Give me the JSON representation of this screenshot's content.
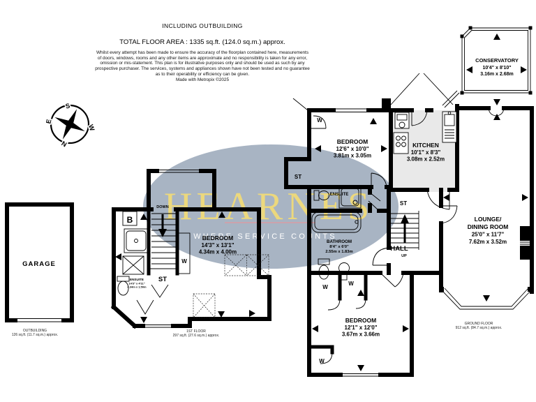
{
  "header": {
    "including": "INCLUDING OUTBUILDING",
    "total_area": "TOTAL FLOOR AREA : 1335 sq.ft. (124.0 sq.m.) approx.",
    "disclaimer": [
      "Whilst every attempt has been made to ensure the accuracy of the floorplan contained here, measurements",
      "of doors, windows, rooms and any other items are approximate and no responsibility is taken for any error,",
      "omission or mis-statement. This plan is for illustrative purposes only and should be used as such by any",
      "prospective purchaser. The services, systems and appliances shown have not been tested and no guarantee",
      "as to their operability or efficiency can be given."
    ],
    "credit": "Made with Metropix ©2025"
  },
  "watermark": {
    "brand": "HEARNES",
    "tagline": "WHERE SERVICE COUNTS"
  },
  "compass": {
    "north": "N",
    "south": "S",
    "east": "E",
    "west": "W"
  },
  "floors": [
    {
      "label": "OUTBUILDING",
      "area": "126 sq.ft. (11.7 sq.m.) approx."
    },
    {
      "label": "1ST FLOOR",
      "area": "297 sq.ft. (27.6 sq.m.) approx."
    },
    {
      "label": "GROUND FLOOR",
      "area": "912 sq.ft. (84.7 sq.m.) approx."
    }
  ],
  "rooms": {
    "garage": {
      "name": "GARAGE"
    },
    "bedroom1": {
      "name": "BEDROOM",
      "imperial": "14'3\" x 13'1\"",
      "metric": "4.34m x 4.00m"
    },
    "ensuite1": {
      "name": "ENSUITE",
      "imperial": "14'3\" x 4'11\"",
      "metric": "4.34m x 1.50m"
    },
    "bedroom2": {
      "name": "BEDROOM",
      "imperial": "12'6\" x 10'0\"",
      "metric": "3.81m x 3.05m"
    },
    "kitchen": {
      "name": "KITCHEN",
      "imperial": "10'1\" x 8'3\"",
      "metric": "3.08m x 2.52m"
    },
    "conservatory": {
      "name": "CONSERVATORY",
      "imperial": "10'4\" x 8'10\"",
      "metric": "3.16m x 2.68m"
    },
    "lounge": {
      "name_line1": "LOUNGE/",
      "name_line2": "DINING ROOM",
      "imperial": "25'0\" x 11'7\"",
      "metric": "7.62m x 3.52m"
    },
    "bathroom": {
      "name": "BATHROOM",
      "imperial": "8'4\" x 6'0\"",
      "metric": "2.55m x 1.83m"
    },
    "ensuite2": {
      "name": "ENSUITE"
    },
    "hall": {
      "name": "HALL"
    },
    "bedroom3": {
      "name": "BEDROOM",
      "imperial": "12'1\" x 12'0\"",
      "metric": "3.67m x 3.66m"
    }
  },
  "markers": {
    "storage": "ST",
    "wardrobe": "W",
    "boiler": "B",
    "down": "DOWN",
    "up": "UP"
  },
  "colors": {
    "wall": "#000000",
    "watermark_ellipse": "#a8b4c3",
    "brand_text": "#ecd87d",
    "tagline_text": "#ffffff",
    "underline": "#d99ca4",
    "kitchen_floor": "#e9e9e9"
  }
}
